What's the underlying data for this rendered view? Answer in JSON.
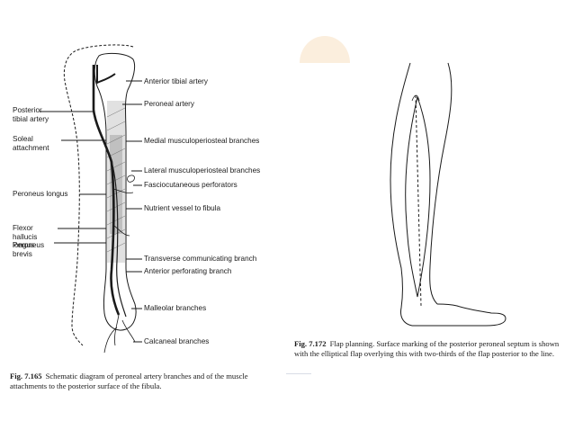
{
  "left_figure": {
    "labels_right": {
      "anterior_tibial_artery": "Anterior tibial artery",
      "peroneal_artery": "Peroneal artery",
      "medial_musculoperiosteal": "Medial musculoperiosteal branches",
      "lateral_musculoperiosteal": "Lateral musculoperiosteal branches",
      "fasciocutaneous_perforators": "Fasciocutaneous perforators",
      "nutrient_vessel": "Nutrient vessel to fibula",
      "transverse_communicating": "Transverse communicating branch",
      "anterior_perforating": "Anterior perforating branch",
      "malleolar_branches": "Malleolar branches",
      "calcaneal_branches": "Calcaneal branches"
    },
    "labels_left": {
      "posterior_tibial_artery": "Posterior tibial artery",
      "soleal_attachment": "Soleal attachment",
      "peroneus_longus": "Peroneus longus",
      "flexor_hallucis_longus": "Flexor hallucis longus",
      "peroneus_brevis": "Peroneus brevis"
    },
    "caption": {
      "number": "Fig. 7.165",
      "text": "Schematic diagram of peroneal artery branches and of the muscle attachments to the posterior surface of the fibula."
    }
  },
  "right_figure": {
    "caption": {
      "number": "Fig. 7.172",
      "text": "Flap planning. Surface marking of the posterior peroneal septum is shown with the elliptical flap overlying this with two-thirds of the flap posterior to the line."
    }
  }
}
